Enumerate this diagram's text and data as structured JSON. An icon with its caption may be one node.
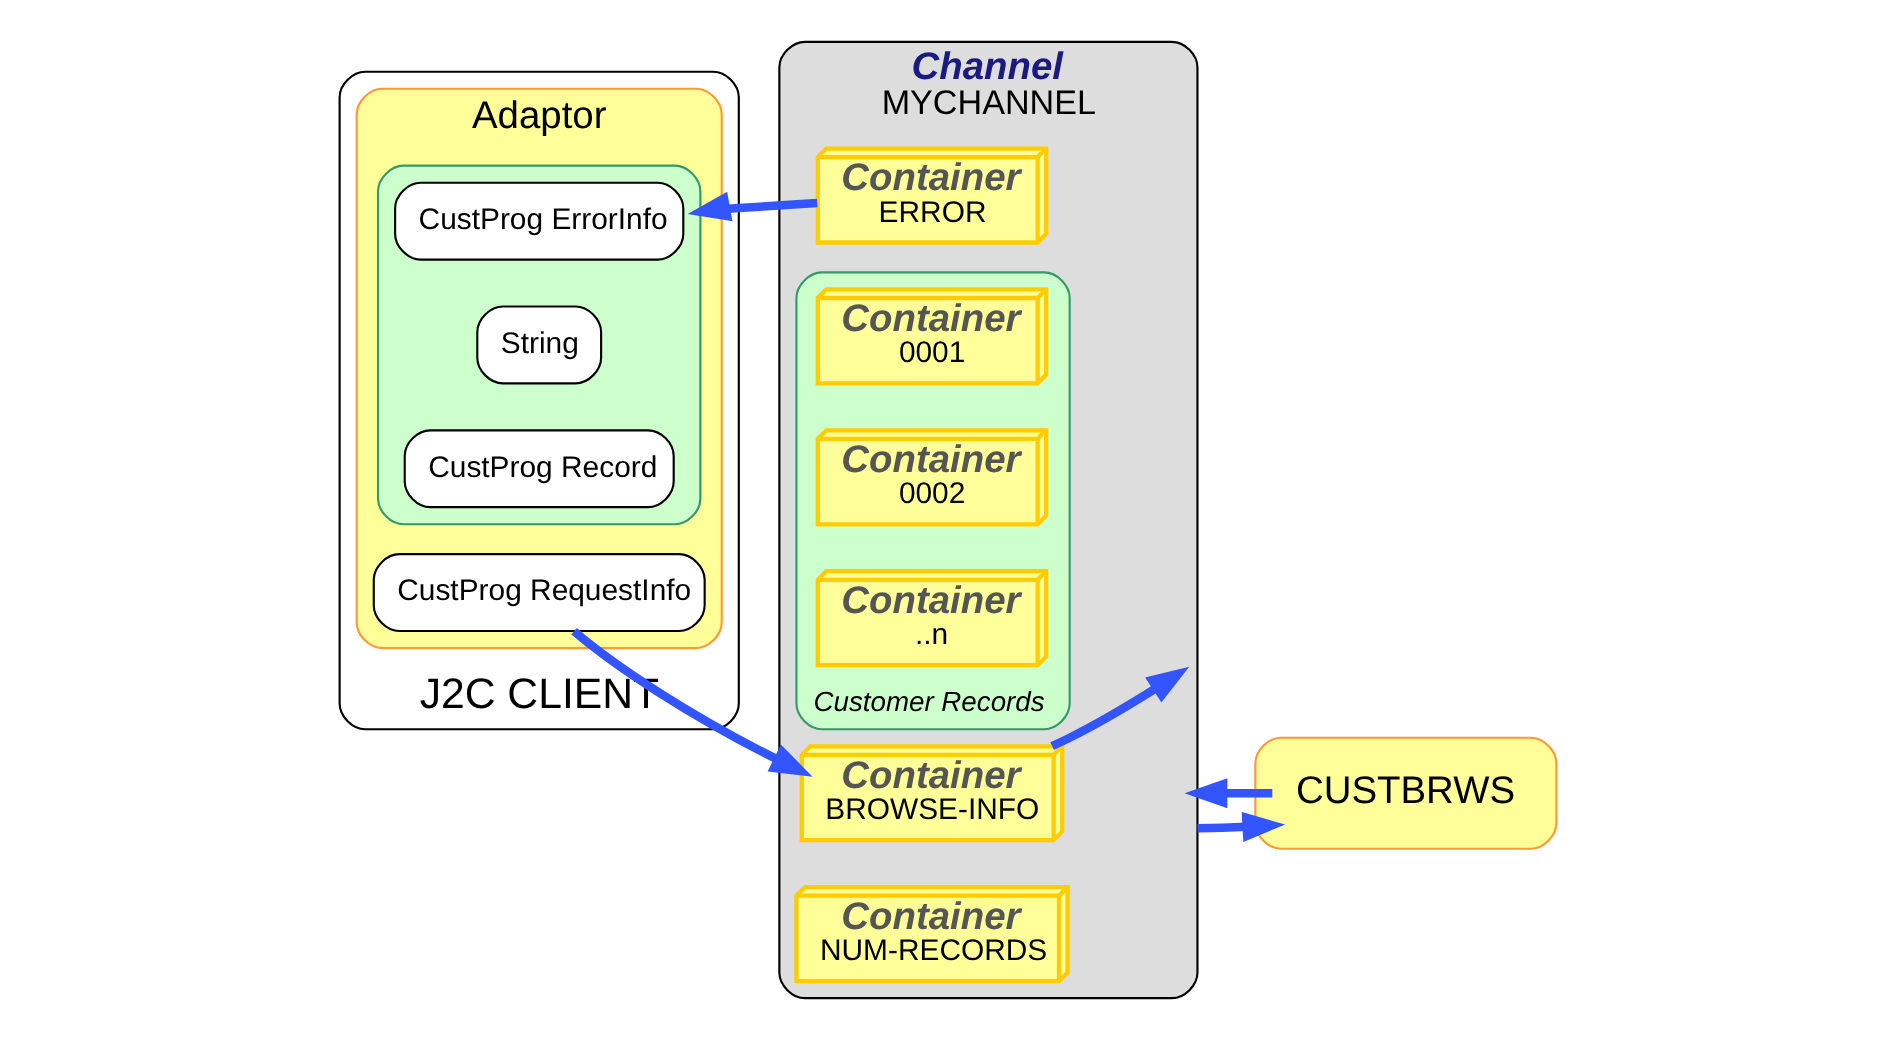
{
  "diagram": {
    "nodes": [
      {
        "text": [
          "J2C CLIENT"
        ]
      },
      {
        "text": [
          "Adaptor"
        ],
        "in": 0
      },
      {
        "text": [
          "CustProg RequestInfo"
        ],
        "in": 1
      },
      {
        "text": [],
        "shape": "box",
        "in": 1
      },
      {
        "text": [
          "CustProg ErrorInfo"
        ],
        "in": 3
      },
      {
        "text": [
          "String"
        ],
        "in": 3
      },
      {
        "text": [
          "CustProg Record"
        ],
        "in": 3
      },
      {
        "text": [],
        "shape": "box"
      },
      {
        "text": [
          "CUSTBRWS"
        ],
        "in": 7
      },
      {
        "text": [
          "Channel",
          "MYCHANNEL"
        ]
      },
      {
        "text": [
          "Container",
          "BROWSE-INFO"
        ],
        "in": 9
      },
      {
        "text": [
          "Container",
          "ERROR"
        ],
        "in": 9
      },
      {
        "text": [
          "Container",
          "NUM-RECORDS"
        ],
        "in": 9
      },
      {
        "text": [
          "Customer Records"
        ],
        "in": 9
      },
      {
        "text": [
          "Container",
          "0001"
        ],
        "in": 13
      },
      {
        "text": [
          "Container",
          "0002"
        ],
        "in": 13
      },
      {
        "text": [
          "Container",
          "..n"
        ],
        "in": 13
      }
    ],
    "edges": [
      {
        "from": 2,
        "to": 10,
        "arrow": "to"
      },
      {
        "from": 10,
        "to": null,
        "arrow": "to"
      },
      {
        "from": 9,
        "to": 8,
        "arrow": "to"
      },
      {
        "from": 8,
        "to": 9,
        "arrow": "to"
      },
      {
        "from": 11,
        "to": 3,
        "arrow": "to"
      }
    ]
  }
}
